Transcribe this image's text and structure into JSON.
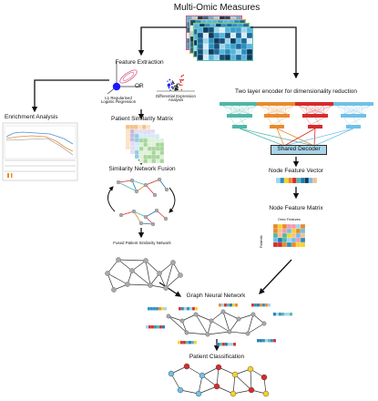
{
  "title": "Multi-Omic Measures",
  "feature_extraction": {
    "title": "Feature Extraction",
    "or_label": "OR",
    "method_left": "L1 Regularised\nLogistic Regression",
    "method_right": "Differential Expression\nAnalysis"
  },
  "enrichment": {
    "title": "Enrichment Analysis"
  },
  "patient_similarity_matrix": {
    "title": "Patient Similarity Matrix"
  },
  "snf": {
    "title": "Similarity Network Fusion"
  },
  "fused_network": {
    "title": "Fused Patient Similarity Network"
  },
  "encoder": {
    "title": "Two layer encoder for dimensionality reduction",
    "decoder_label": "Shared Decoder"
  },
  "node_feature_vector": {
    "title": "Node Feature Vector"
  },
  "node_feature_matrix": {
    "title": "Node Feature Matrix",
    "col_label": "Omic Features",
    "row_label": "Patients"
  },
  "gnn": {
    "title": "Graph Neural Network"
  },
  "classification": {
    "title": "Patient Classification"
  },
  "colors": {
    "arrow": "#111111",
    "heat_dark": "#0d3a5c",
    "heat_mid": "#2a8fbf",
    "heat_light": "#9fd4ea",
    "teal": "#4fb7a8",
    "orange": "#e88a2d",
    "red": "#d62b2b",
    "blue": "#1f78b4",
    "lightblue": "#6fc1e6",
    "yellow": "#f5d22b",
    "node_grey": "#a9a9a9"
  }
}
